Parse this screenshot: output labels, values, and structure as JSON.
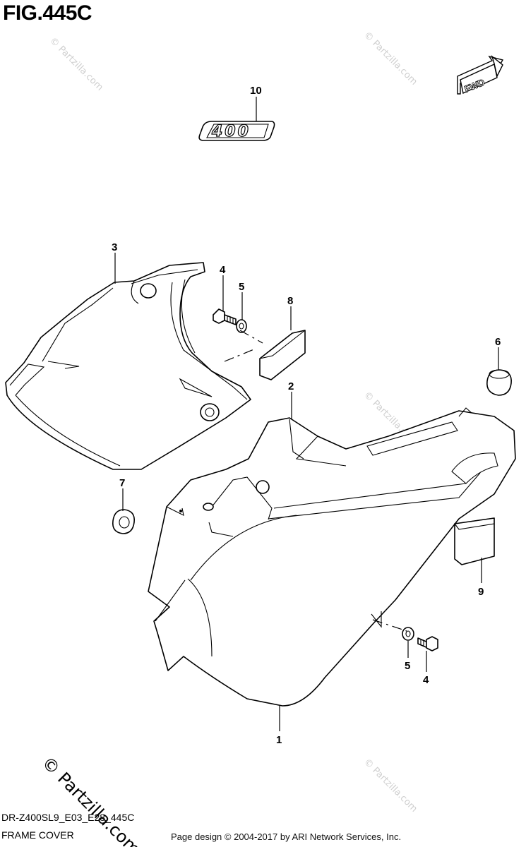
{
  "figure": {
    "title": "FIG.445C",
    "code": "DR-Z400SL9_E03_E28_445C",
    "name": "FRAME COVER"
  },
  "callouts": {
    "p1": "1",
    "p2": "2",
    "p3": "3",
    "p4a": "4",
    "p4b": "4",
    "p5a": "5",
    "p5b": "5",
    "p6": "6",
    "p7": "7",
    "p8": "8",
    "p9": "9",
    "p10": "10"
  },
  "emblem_text": "400",
  "fwd_arrow_text": "FWD",
  "watermark": {
    "text": "© Partzilla.com",
    "large_text": "© Partzilla.com"
  },
  "footer": "Page design © 2004-2017 by ARI Network Services, Inc."
}
